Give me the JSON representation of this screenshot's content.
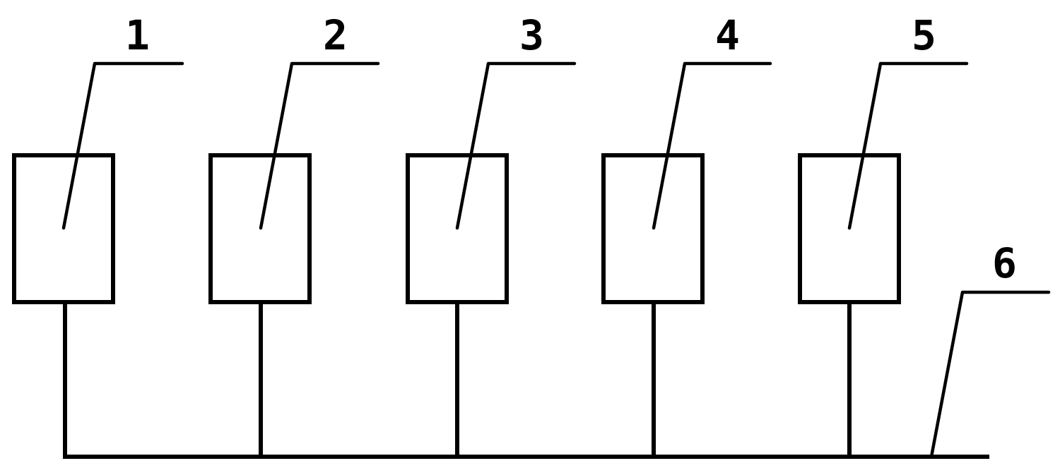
{
  "diagram": {
    "components": [
      {
        "label": "1"
      },
      {
        "label": "2"
      },
      {
        "label": "3"
      },
      {
        "label": "4"
      },
      {
        "label": "5"
      }
    ],
    "bus": {
      "label": "6"
    }
  }
}
